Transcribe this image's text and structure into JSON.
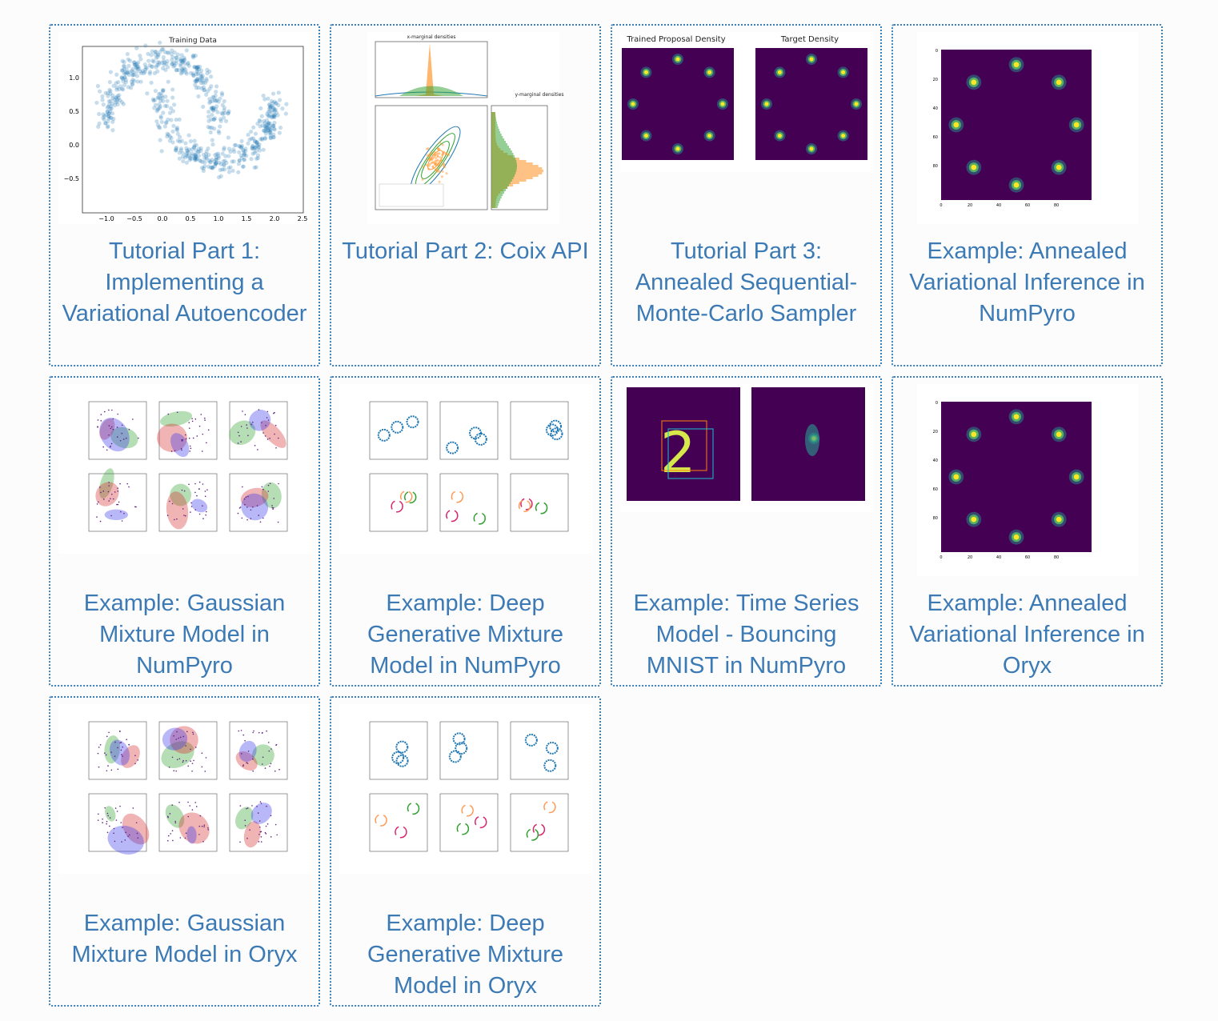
{
  "colors": {
    "link": "#3c7ab5",
    "border": "#3b7fb8",
    "viridis_bg": "#440154",
    "viridis_peak": "#fde725",
    "scatter_blue": "#1f77b4"
  },
  "cards": [
    {
      "title": "Tutorial Part 1: Implementing a Variational Autoencoder",
      "thumb": "moons",
      "labels": [
        "Training Data"
      ]
    },
    {
      "title": "Tutorial Part 2: Coix API",
      "thumb": "coix",
      "labels": [
        "x-marginal densities",
        "y-marginal densities"
      ]
    },
    {
      "title": "Tutorial Part 3: Annealed Sequential-Monte-Carlo Sampler",
      "thumb": "smc",
      "labels": [
        "Trained Proposal Density",
        "Target Density"
      ]
    },
    {
      "title": "Example: Annealed Variational Inference in NumPyro",
      "thumb": "avi",
      "labels": []
    },
    {
      "title": "Example: Gaussian Mixture Model in NumPyro",
      "thumb": "gmm",
      "labels": []
    },
    {
      "title": "Example: Deep Generative Mixture Model in NumPyro",
      "thumb": "dgmm",
      "labels": []
    },
    {
      "title": "Example: Time Series Model - Bouncing MNIST in NumPyro",
      "thumb": "mnist",
      "labels": []
    },
    {
      "title": "Example: Annealed Variational Inference in Oryx",
      "thumb": "avi",
      "labels": []
    },
    {
      "title": "Example: Gaussian Mixture Model in Oryx",
      "thumb": "gmm",
      "labels": []
    },
    {
      "title": "Example: Deep Generative Mixture Model in Oryx",
      "thumb": "dgmm",
      "labels": []
    }
  ]
}
